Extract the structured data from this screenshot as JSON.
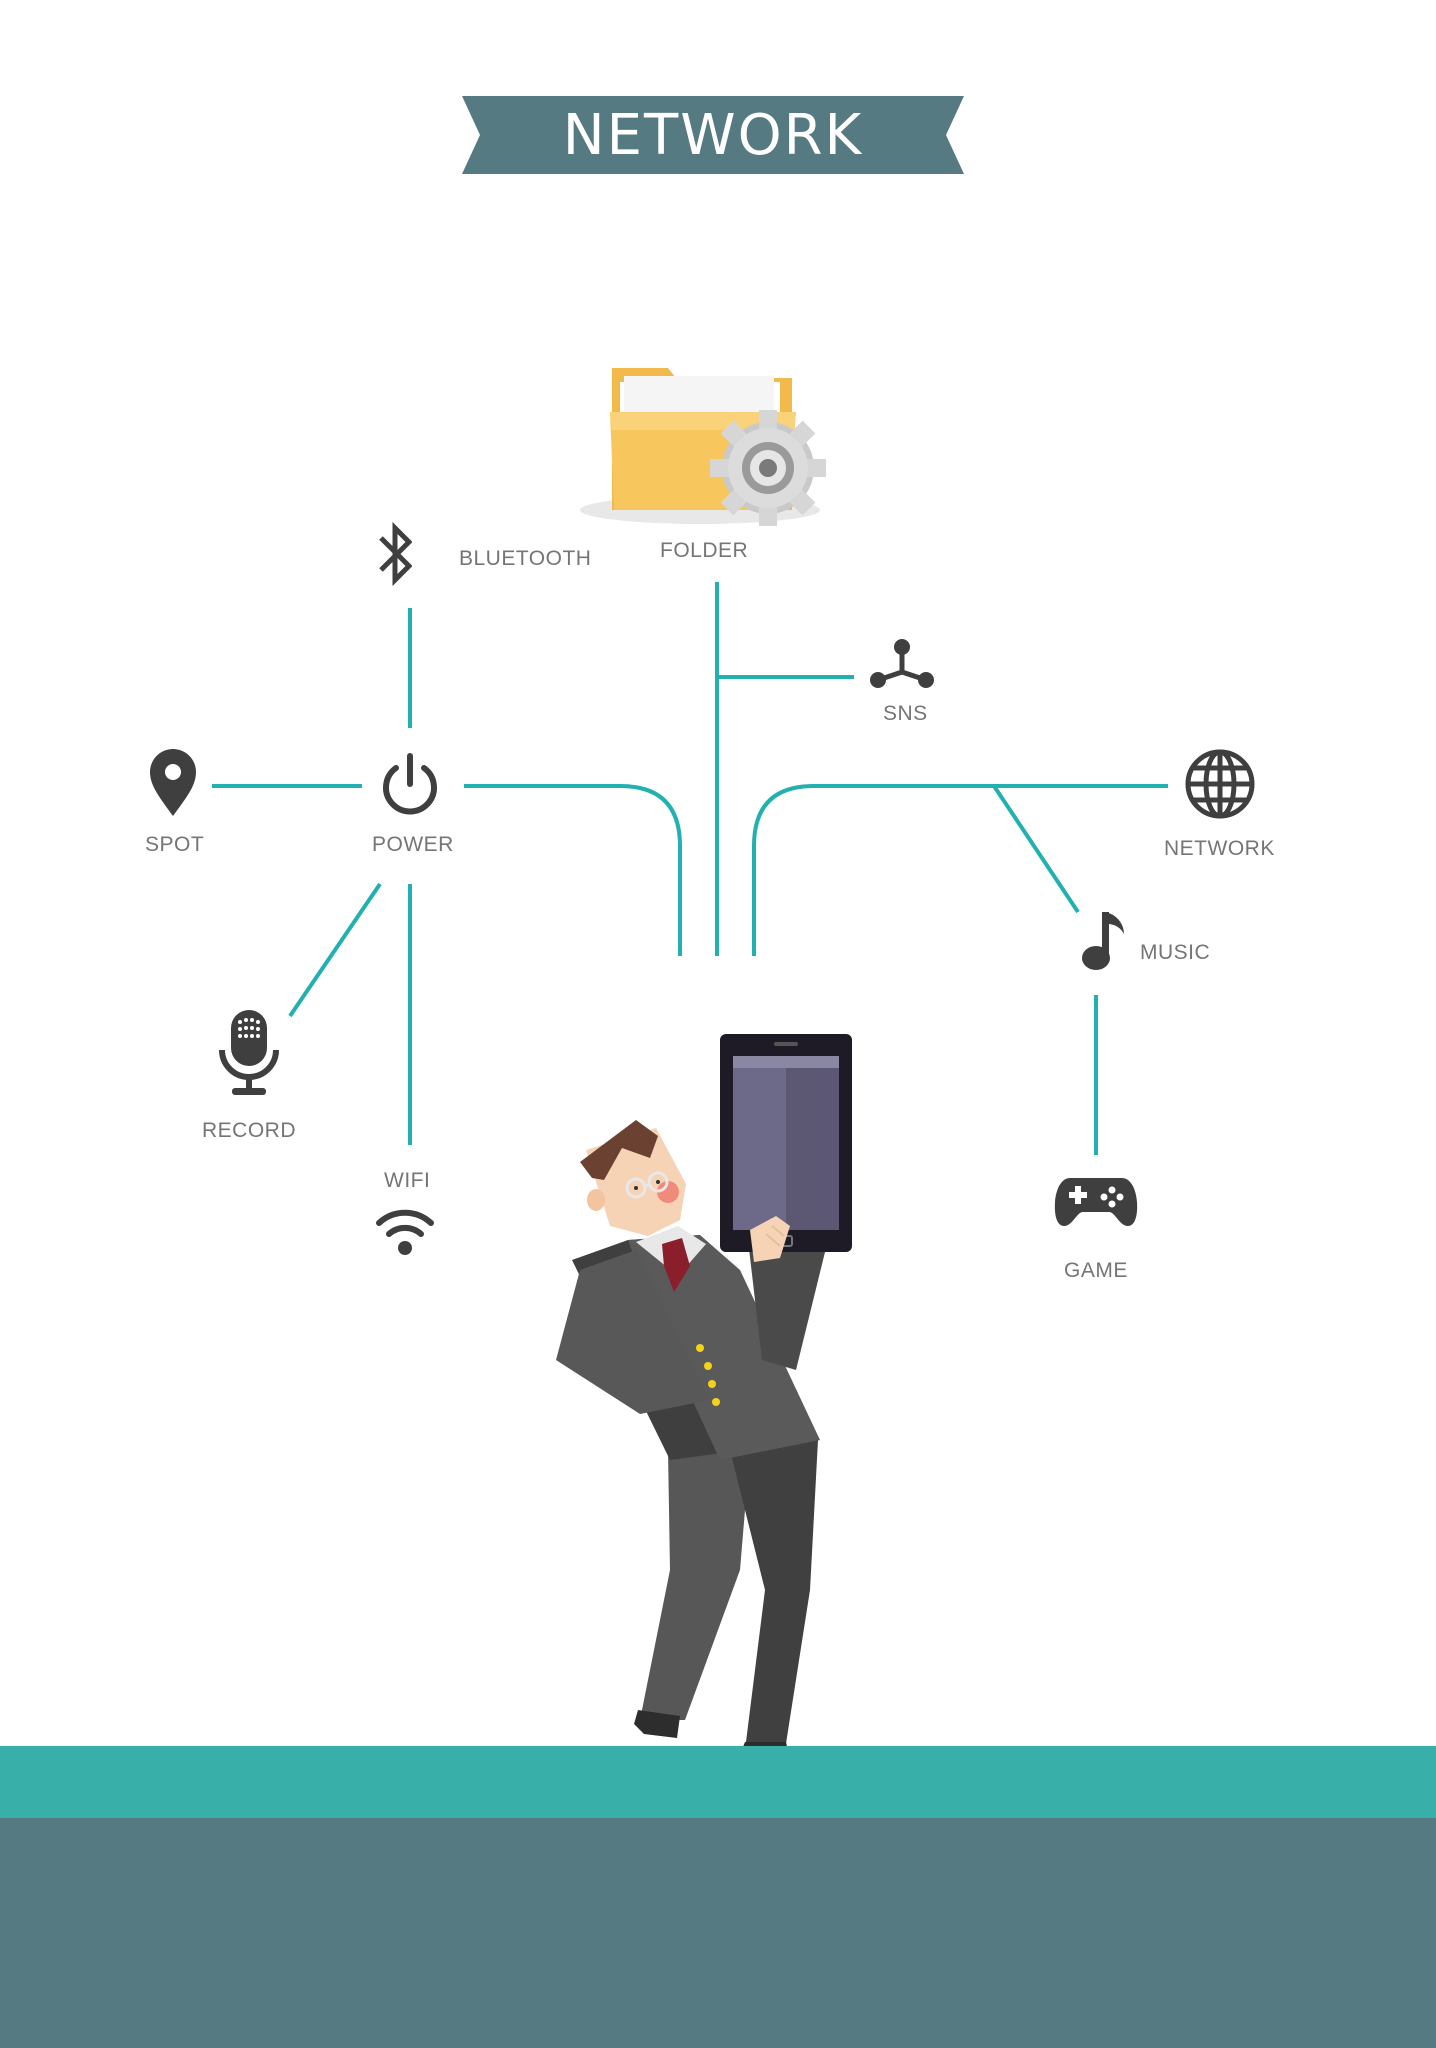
{
  "banner": {
    "title": "NETWORK"
  },
  "nodes": {
    "folder": "FOLDER",
    "bluetooth": "BLUETOOTH",
    "sns": "SNS",
    "spot": "SPOT",
    "power": "POWER",
    "network": "NETWORK",
    "music": "MUSIC",
    "record": "RECORD",
    "wifi": "WIFI",
    "game": "GAME"
  },
  "icons": {
    "folder": "folder-gear-icon",
    "bluetooth": "bluetooth-icon",
    "sns": "sns-share-icon",
    "spot": "location-pin-icon",
    "power": "power-icon",
    "network": "globe-icon",
    "music": "music-note-icon",
    "record": "microphone-icon",
    "wifi": "wifi-icon",
    "game": "gamepad-icon"
  },
  "colors": {
    "connector": "#22b0b0",
    "banner": "#557a82",
    "ground_top": "#38afa8",
    "ground_bottom": "#557a82",
    "icon": "#3f3f3f",
    "label": "#757575"
  }
}
